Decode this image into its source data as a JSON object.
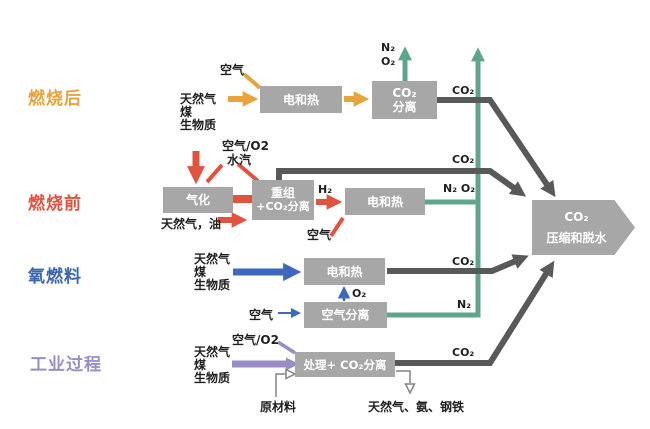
{
  "rows": [
    {
      "label": "燃烧后",
      "color": "#E8A33C"
    },
    {
      "label": "燃烧前",
      "color": "#DF5340"
    },
    {
      "label": "氧燃料",
      "color": "#3B66B0"
    },
    {
      "label": "工业过程",
      "color": "#9A8CC5"
    }
  ],
  "boxes": {
    "heat_post": "电和热",
    "co2_separation": [
      "CO₂",
      "分离"
    ],
    "gasification": "气化",
    "reforming": [
      "重组",
      "+CO₂分离"
    ],
    "heat_pre": "电和热",
    "heat_oxy": "电和热",
    "air_separation": "空气分离",
    "processing": "处理+ CO₂分离",
    "compression": [
      "CO₂",
      "压缩和脱水"
    ]
  },
  "labels": {
    "air": "空气",
    "air_o2": "空气/O2",
    "steam": "水汽",
    "fuel_post": [
      "天然气",
      "煤",
      "生物质"
    ],
    "fuel_oil": "天然气，油",
    "fuel_oxy": [
      "天然气",
      "煤",
      "生物质"
    ],
    "fuel_ind": [
      "天然气",
      "煤",
      "生物质"
    ],
    "n2": "N₂",
    "o2": "O₂",
    "h2": "H₂",
    "n2_o2": "N₂ O₂",
    "co2": "CO₂",
    "raw_material": "原材料",
    "products": "天然气、氨、钢铁"
  },
  "colors": {
    "post_combustion": "#E8A33C",
    "pre_combustion": "#DF5340",
    "oxyfuel_arrow": "#3E68C0",
    "industrial": "#9A8CC5",
    "co2_stream": "#58595B",
    "vent_stream": "#5FA58C",
    "process_box": "#A7A7A7",
    "thin_gray": "#808285"
  }
}
